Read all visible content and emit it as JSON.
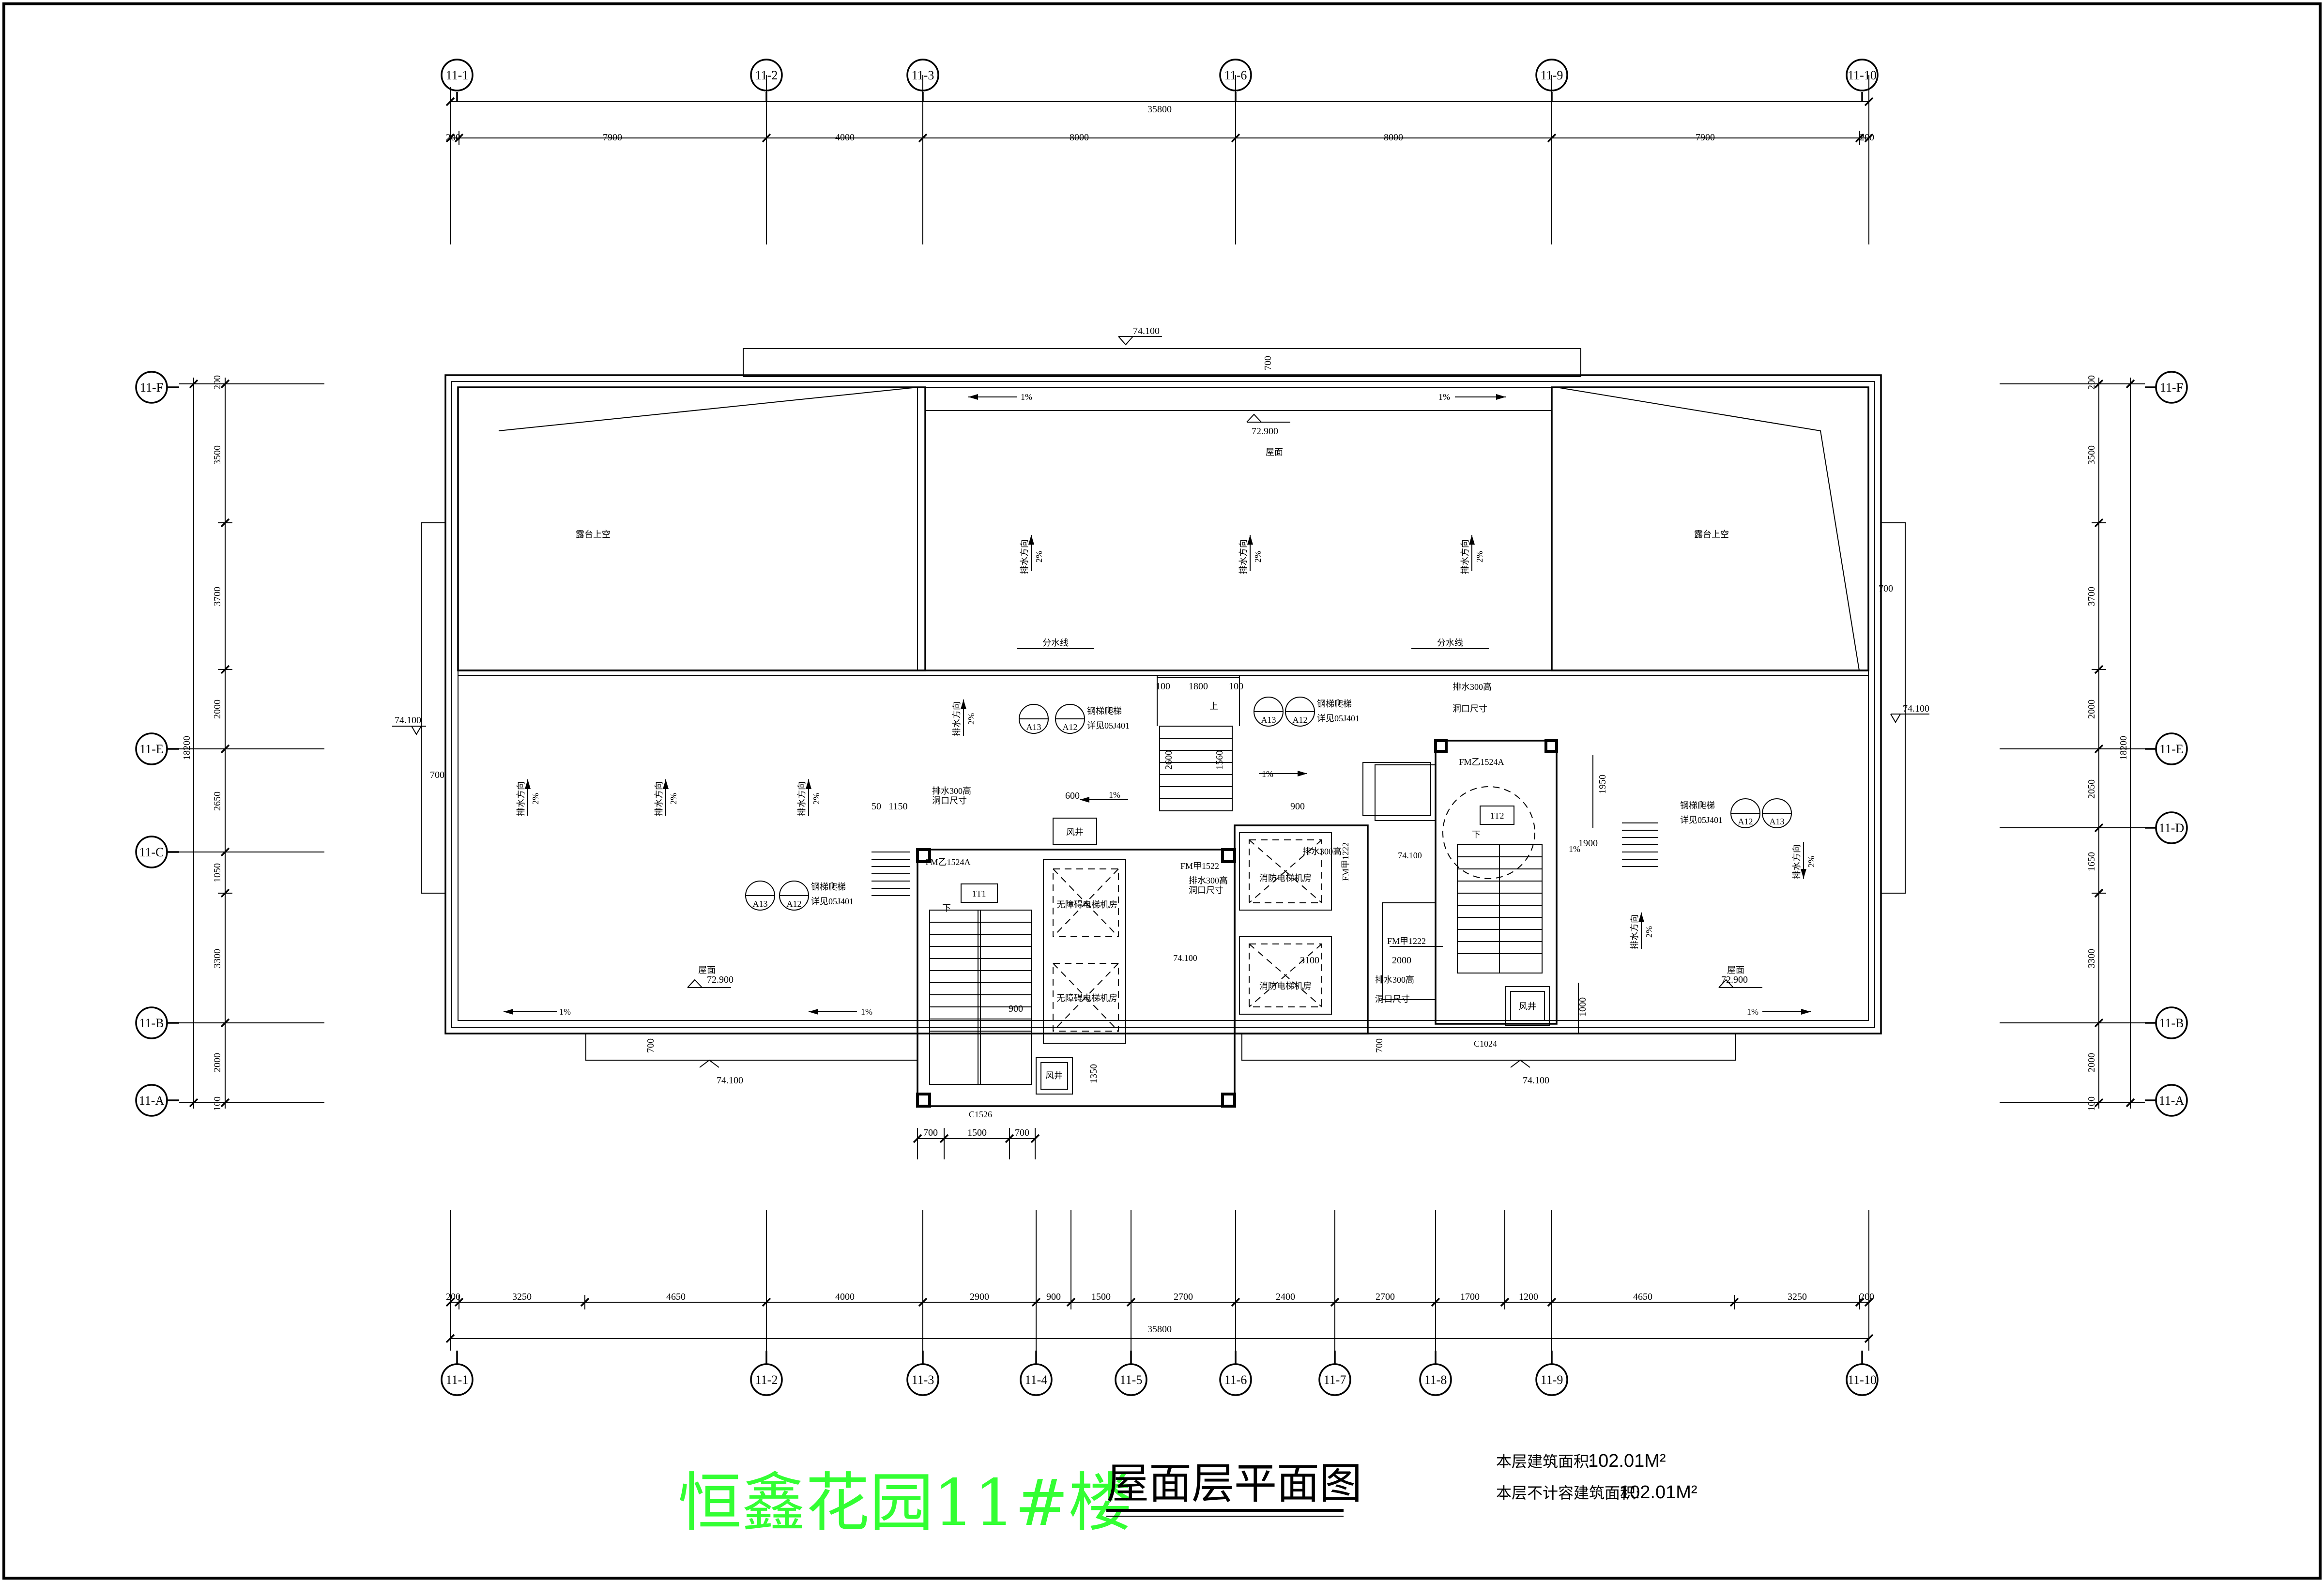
{
  "title": {
    "project": "恒鑫花园11#楼",
    "sheet": "屋面层平面图"
  },
  "area_notes": [
    {
      "label": "本层建筑面积:",
      "value": "102.01M²"
    },
    {
      "label": "本层不计容建筑面积:",
      "value": "102.01M²"
    }
  ],
  "axes": {
    "top": [
      "11-1",
      "11-2",
      "11-3",
      "11-6",
      "11-9",
      "11-10"
    ],
    "bottom": [
      "11-1",
      "11-2",
      "11-3",
      "11-4",
      "11-5",
      "11-6",
      "11-7",
      "11-8",
      "11-9",
      "11-10"
    ],
    "left": [
      "11-F",
      "11-E",
      "11-C",
      "11-B",
      "11-A"
    ],
    "right": [
      "11-F",
      "11-E",
      "11-D",
      "11-B",
      "11-A"
    ]
  },
  "dimensions": {
    "top_total": "35800",
    "top_segments": [
      "200",
      "7900",
      "4000",
      "8000",
      "8000",
      "7900",
      "200"
    ],
    "bottom_total": "35800",
    "bottom_segments": [
      "200",
      "3250",
      "4650",
      "4000",
      "2900",
      "900",
      "1500",
      "2700",
      "2400",
      "2700",
      "1700",
      "1200",
      "4650",
      "3250",
      "200"
    ],
    "left_total": "18200",
    "left_segments": [
      "200",
      "3500",
      "3700",
      "2000",
      "2650",
      "1050",
      "3300",
      "2000",
      "100"
    ],
    "right_total": "18200",
    "right_segments": [
      "200",
      "3500",
      "3700",
      "2000",
      "2050",
      "1650",
      "3300",
      "2000",
      "100"
    ],
    "stair_segments": [
      "700",
      "1500",
      "700"
    ],
    "misc": [
      "700",
      "700",
      "700",
      "700",
      "700",
      "1150",
      "50",
      "100",
      "1800",
      "100",
      "2600",
      "1560",
      "600",
      "900",
      "1950",
      "1900",
      "1000",
      "3100",
      "2000",
      "1350",
      "900"
    ]
  },
  "elevations": {
    "parapet_top": "74.100",
    "roof_top": "72.900",
    "roof_left": "74.100",
    "roof_right": "74.100",
    "bottom_left": "74.100",
    "bottom_right": "74.100",
    "roof_low_left": "72.900",
    "roof_low_right": "72.900",
    "core_mid": "74.100",
    "core_right": "74.100"
  },
  "labels": {
    "balcony_left": "露台上空",
    "balcony_right": "露台上空",
    "roof": "屋面",
    "roof_left": "屋面",
    "roof_right": "屋面",
    "ridge": "分水线",
    "slope": "1%",
    "drain": "排水方向",
    "drain_pct": "2%",
    "stair_1": "1T1",
    "stair_2": "1T2",
    "door_fm1": "FM乙1524A",
    "door_fm2": "FM乙1524A",
    "door_fm3": "FM甲1522",
    "door_fm4": "FM甲1222",
    "door_fm5": "FM甲1222",
    "window_c1": "C1526",
    "window_c2": "C1024",
    "shaft": "风井",
    "machine_1": "消防电梯机房",
    "machine_2": "消防电梯机房",
    "machine_3": "无障碍电梯机房",
    "machine_4": "无障碍电梯机房",
    "detail_note": "详见05J401",
    "rail": "钢梯爬梯",
    "drain_note": "排水300高",
    "hole_note": "洞口尺寸",
    "sym_a13": "A13",
    "sym_a12": "A12",
    "up": "上",
    "down": "下"
  }
}
